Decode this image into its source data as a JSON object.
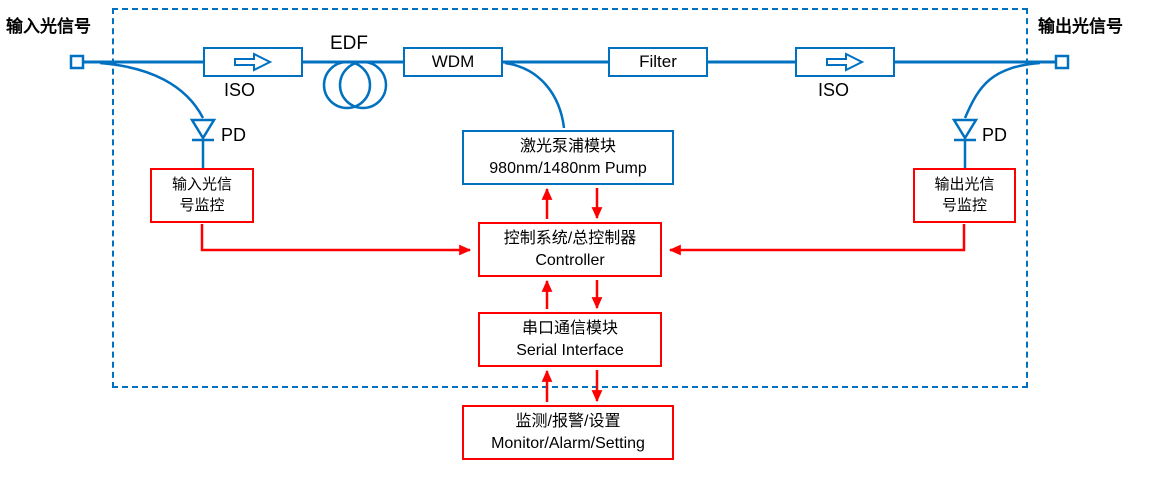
{
  "title": "EDFA optical amplifier block diagram",
  "colors": {
    "blue": "#0070C0",
    "red": "#FF0000",
    "text": "#000000"
  },
  "external_labels": {
    "input_signal": "输入光信号",
    "output_signal": "输出光信号"
  },
  "optical_path": {
    "iso_left_label": "ISO",
    "edf_label": "EDF",
    "wdm_label": "WDM",
    "filter_label": "Filter",
    "iso_right_label": "ISO",
    "pd_left_label": "PD",
    "pd_right_label": "PD"
  },
  "modules": {
    "input_monitor": {
      "line1": "输入光信",
      "line2": "号监控"
    },
    "output_monitor": {
      "line1": "输出光信",
      "line2": "号监控"
    },
    "pump": {
      "line1": "激光泵浦模块",
      "line2": "980nm/1480nm Pump"
    },
    "controller": {
      "line1": "控制系统/总控制器",
      "line2": "Controller"
    },
    "serial": {
      "line1": "串口通信模块",
      "line2": "Serial Interface"
    },
    "monitor": {
      "line1": "监测/报警/设置",
      "line2": "Monitor/Alarm/Setting"
    }
  }
}
